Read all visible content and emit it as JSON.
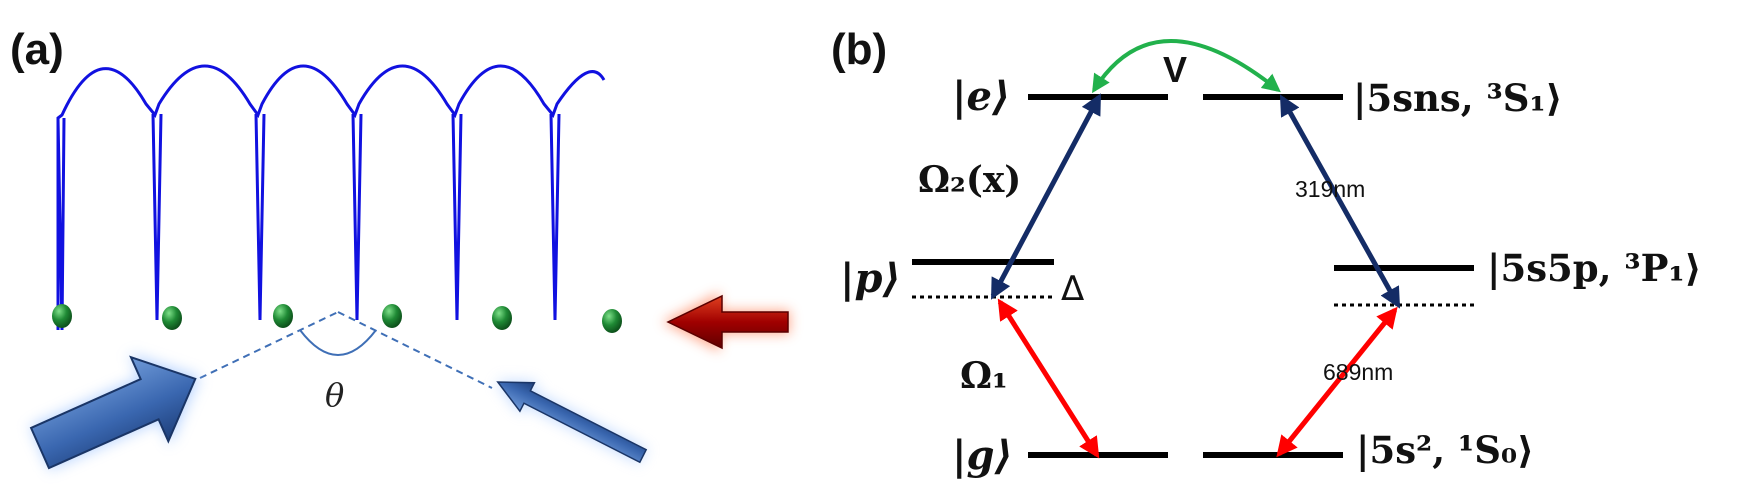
{
  "panel_a": {
    "label": "(a)",
    "angle_label": "θ"
  },
  "panel_b": {
    "label": "(b)",
    "interaction_label": "V",
    "levels": {
      "e": "|e⟩",
      "p": "|p⟩",
      "g": "|g⟩",
      "e_state": "|5sns, ³S₁⟩",
      "p_state": "|5s5p, ³P₁⟩",
      "g_state": "|5s², ¹S₀⟩"
    },
    "omega2": "Ω₂(x)",
    "omega1": "Ω₁",
    "detuning": "Δ",
    "wavelength_upper": "319nm",
    "wavelength_lower": "689nm"
  },
  "colors": {
    "lattice": "#1111e0",
    "atom": "#1f7a2e",
    "upper_transition": "#142c66",
    "lower_transition": "#ff0000",
    "interaction_arc": "#22b14c",
    "red_arrow": "#c00000",
    "blue_beam": "#3f6fb6"
  }
}
